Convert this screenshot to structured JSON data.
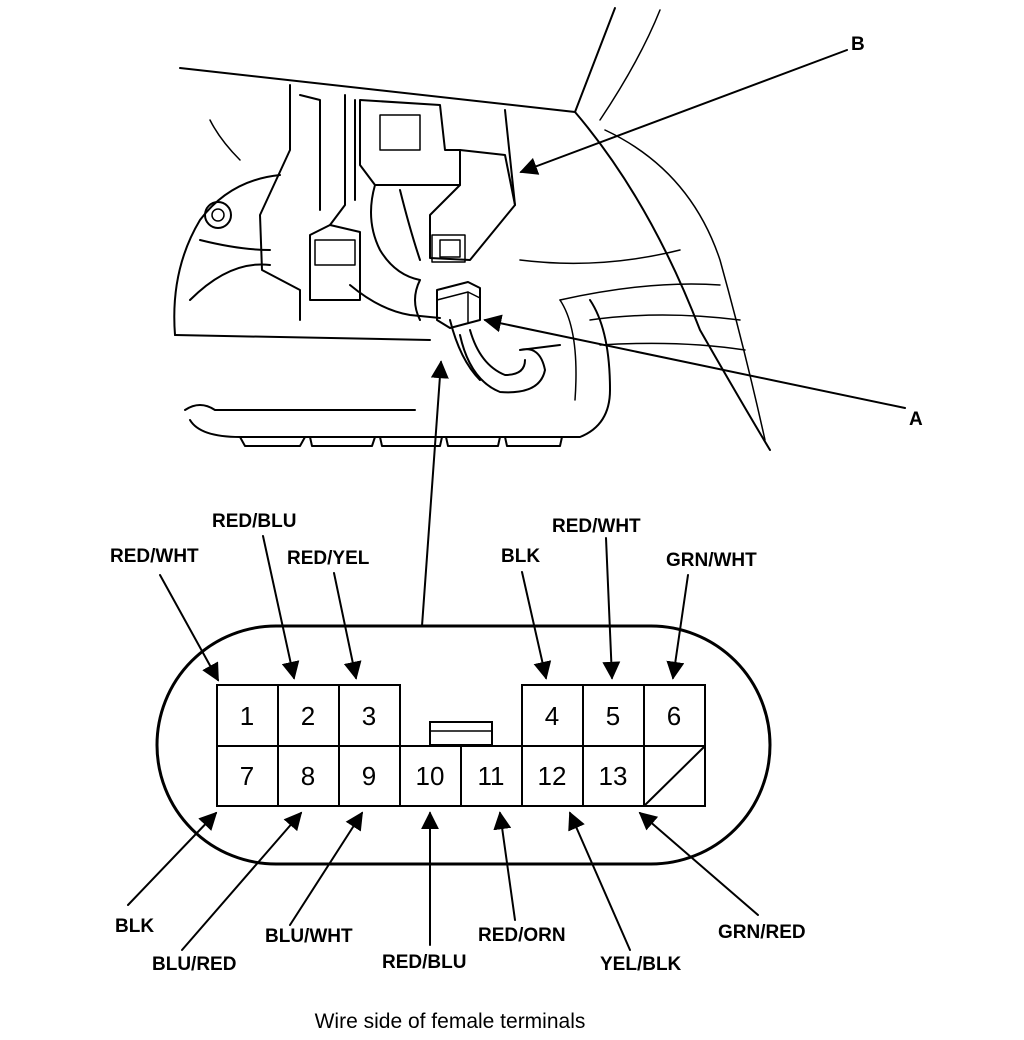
{
  "callouts": {
    "a": "A",
    "b": "B"
  },
  "terminals": {
    "t1": "1",
    "t2": "2",
    "t3": "3",
    "t4": "4",
    "t5": "5",
    "t6": "6",
    "t7": "7",
    "t8": "8",
    "t9": "9",
    "t10": "10",
    "t11": "11",
    "t12": "12",
    "t13": "13"
  },
  "wires": {
    "t1": "RED/WHT",
    "t2": "RED/BLU",
    "t3": "RED/YEL",
    "t4": "BLK",
    "t5": "RED/WHT",
    "t6": "GRN/WHT",
    "t7": "BLK",
    "t8": "BLU/RED",
    "t9": "BLU/WHT",
    "t10": "RED/BLU",
    "t11": "RED/ORN",
    "t12": "YEL/BLK",
    "t13": "GRN/RED"
  },
  "caption": "Wire side of female terminals"
}
